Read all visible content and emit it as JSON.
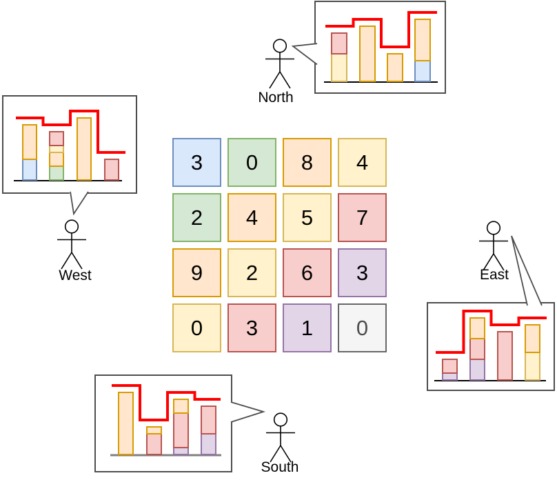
{
  "palette": {
    "blue": {
      "fill": "#dae8fc",
      "stroke": "#6c8ebf"
    },
    "green": {
      "fill": "#d5e8d4",
      "stroke": "#82b366"
    },
    "orange": {
      "fill": "#ffe6cc",
      "stroke": "#d79b00"
    },
    "yellow": {
      "fill": "#fff2cc",
      "stroke": "#d6b656"
    },
    "red": {
      "fill": "#f8cecc",
      "stroke": "#b85450"
    },
    "purple": {
      "fill": "#e1d5e7",
      "stroke": "#9673a6"
    },
    "gray": {
      "fill": "#f5f5f5",
      "stroke": "#666666"
    }
  },
  "skyline_color": "#ff0000",
  "grid": {
    "rows": [
      [
        {
          "value": "3",
          "color": "blue"
        },
        {
          "value": "0",
          "color": "green"
        },
        {
          "value": "8",
          "color": "orange"
        },
        {
          "value": "4",
          "color": "yellow"
        }
      ],
      [
        {
          "value": "2",
          "color": "green"
        },
        {
          "value": "4",
          "color": "orange"
        },
        {
          "value": "5",
          "color": "yellow"
        },
        {
          "value": "7",
          "color": "red"
        }
      ],
      [
        {
          "value": "9",
          "color": "orange"
        },
        {
          "value": "2",
          "color": "yellow"
        },
        {
          "value": "6",
          "color": "red"
        },
        {
          "value": "3",
          "color": "purple"
        }
      ],
      [
        {
          "value": "0",
          "color": "yellow"
        },
        {
          "value": "3",
          "color": "red"
        },
        {
          "value": "1",
          "color": "purple"
        },
        {
          "value": "0",
          "color": "gray"
        }
      ]
    ]
  },
  "observers": {
    "north": {
      "label": "North",
      "bars": [
        [
          {
            "color": "yellow",
            "value": 4
          },
          {
            "color": "red",
            "value": 3
          }
        ],
        [
          {
            "color": "orange",
            "value": 8
          }
        ],
        [
          {
            "color": "orange",
            "value": 4
          }
        ],
        [
          {
            "color": "blue",
            "value": 3
          },
          {
            "color": "orange",
            "value": 6
          }
        ]
      ],
      "skyline": [
        8,
        9,
        5,
        10
      ]
    },
    "west": {
      "label": "West",
      "bars": [
        [
          {
            "color": "blue",
            "value": 3
          },
          {
            "color": "orange",
            "value": 5
          }
        ],
        [
          {
            "color": "green",
            "value": 2
          },
          {
            "color": "orange",
            "value": 2
          },
          {
            "color": "yellow",
            "value": 1
          },
          {
            "color": "red",
            "value": 2
          }
        ],
        [
          {
            "color": "orange",
            "value": 9
          }
        ],
        [
          {
            "color": "red",
            "value": 3
          }
        ]
      ],
      "skyline": [
        9,
        8,
        10,
        4
      ]
    },
    "east": {
      "label": "East",
      "bars": [
        [
          {
            "color": "purple",
            "value": 1
          },
          {
            "color": "red",
            "value": 2
          }
        ],
        [
          {
            "color": "purple",
            "value": 3
          },
          {
            "color": "red",
            "value": 3
          },
          {
            "color": "orange",
            "value": 3
          }
        ],
        [
          {
            "color": "red",
            "value": 7
          }
        ],
        [
          {
            "color": "yellow",
            "value": 4
          },
          {
            "color": "orange",
            "value": 4
          }
        ]
      ],
      "skyline": [
        4,
        10,
        8,
        9
      ]
    },
    "south": {
      "label": "South",
      "bars": [
        [
          {
            "color": "orange",
            "value": 9
          }
        ],
        [
          {
            "color": "red",
            "value": 3
          },
          {
            "color": "orange",
            "value": 1
          }
        ],
        [
          {
            "color": "purple",
            "value": 1
          },
          {
            "color": "red",
            "value": 5
          },
          {
            "color": "orange",
            "value": 2
          }
        ],
        [
          {
            "color": "purple",
            "value": 3
          },
          {
            "color": "red",
            "value": 4
          }
        ]
      ],
      "skyline": [
        10,
        5,
        9,
        8
      ]
    }
  }
}
